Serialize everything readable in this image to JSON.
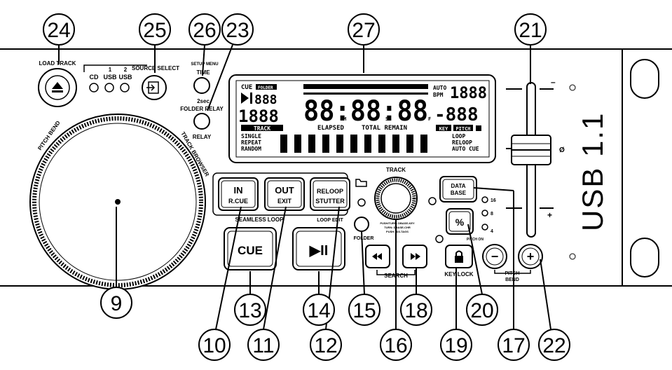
{
  "callouts": [
    "24",
    "25",
    "26",
    "23",
    "27",
    "21",
    "9",
    "10",
    "11",
    "12",
    "13",
    "14",
    "15",
    "16",
    "17",
    "18",
    "19",
    "20",
    "22"
  ],
  "labels": {
    "load_track": "LOAD TRACK",
    "source_select": "SOURCE SELECT",
    "cd": "CD",
    "usb1": "USB",
    "usb1_num": "1",
    "usb2": "USB",
    "usb2_num": "2",
    "setup_menu": "SETUP MENU",
    "time": "TIME",
    "two_sec": "2sec",
    "folder_relay": "FOLDER RELAY",
    "relay": "RELAY",
    "pitch_bend_arc": "PITCH BEND",
    "track_browser_arc": "TRACK BROWSER",
    "in": "IN",
    "rcue": "R.CUE",
    "out": "OUT",
    "exit": "EXIT",
    "reloop": "RELOOP",
    "stutter": "STUTTER",
    "seamless_loop": "SEAMLESS LOOP",
    "loop_edit": "LOOP EDIT",
    "cue": "CUE",
    "play_pause": "▶II",
    "track": "TRACK",
    "push_turn": "PUSH/TURN: DBASE-KEY",
    "turn": "TURN: DBASE-CHR",
    "push": "PUSH: ID3-TAGS",
    "folder": "FOLDER",
    "search": "SEARCH",
    "data": "DATA",
    "base": "BASE",
    "percent": "%",
    "p16": "16",
    "p8": "8",
    "p4": "4",
    "pitch_on": "PITCH ON",
    "key_lock": "KEY LOCK",
    "pitch_bend": "PITCH",
    "bend": "BEND",
    "minus": "−",
    "plus": "+",
    "fader_minus": "–",
    "fader_zero": "Ø",
    "fader_plus": "+",
    "model": "USB 1.1"
  },
  "lcd": {
    "cue": "CUE",
    "folder": "FOLDER",
    "play_888": "888",
    "track_num": "1888",
    "track_tag": "TRACK",
    "single": "SINGLE",
    "repeat": "REPEAT",
    "random": "RANDOM",
    "time": "88:88:88",
    "elapsed": "ELAPSED",
    "total_remain": "TOTAL REMAIN",
    "m": "M",
    "s": "S",
    "f": "F",
    "auto": "AUTO",
    "bpm": "BPM",
    "bpm_val": "1888",
    "pitch_val": "-888",
    "key": "KEY",
    "pitch": "PITCH",
    "loop": "LOOP",
    "reloop": "RELOOP",
    "auto_cue": "AUTO CUE"
  }
}
